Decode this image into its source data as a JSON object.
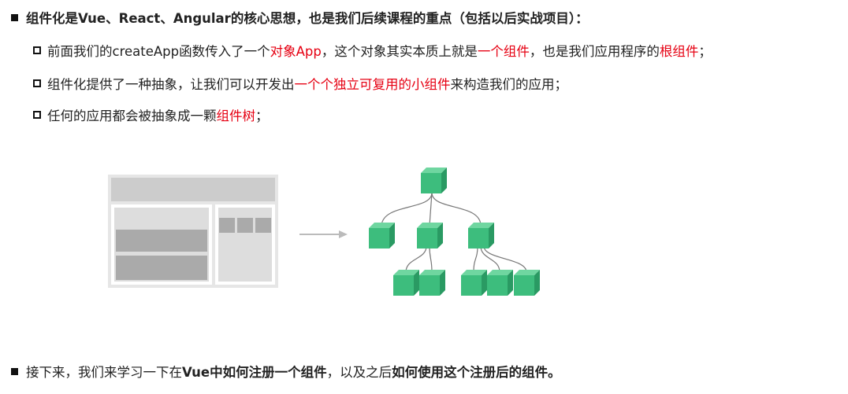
{
  "heading": {
    "bold_text": "组件化是Vue、React、Angular的核心思想，也是我们后续课程的重点（包括以后实战项目）："
  },
  "points": [
    {
      "p1": "前面我们的createApp函数传入了一个",
      "r1": "对象App",
      "p2": "，这个对象其实本质上就是",
      "r2": "一个组件",
      "p3": "，也是我们应用程序的",
      "r3": "根组件",
      "p4": "；"
    },
    {
      "p1": "组件化提供了一种抽象，让我们可以开发出",
      "r1": "一个个独立可复用的小组件",
      "p2": "来构造我们的应用；"
    },
    {
      "p1": "任何的应用都会被抽象成一颗",
      "r1": "组件树",
      "p2": "；"
    }
  ],
  "footer": {
    "t1": "接下来，我们来学习一下在",
    "b1": "Vue中如何注册一个组件",
    "t2": "，以及之后",
    "b2": "如何使用这个注册后的组件。"
  },
  "colors": {
    "highlight": "#e60012",
    "cube_front": "#3dbd7d",
    "cube_top": "#6fd6a0",
    "cube_side": "#2a9a63"
  }
}
